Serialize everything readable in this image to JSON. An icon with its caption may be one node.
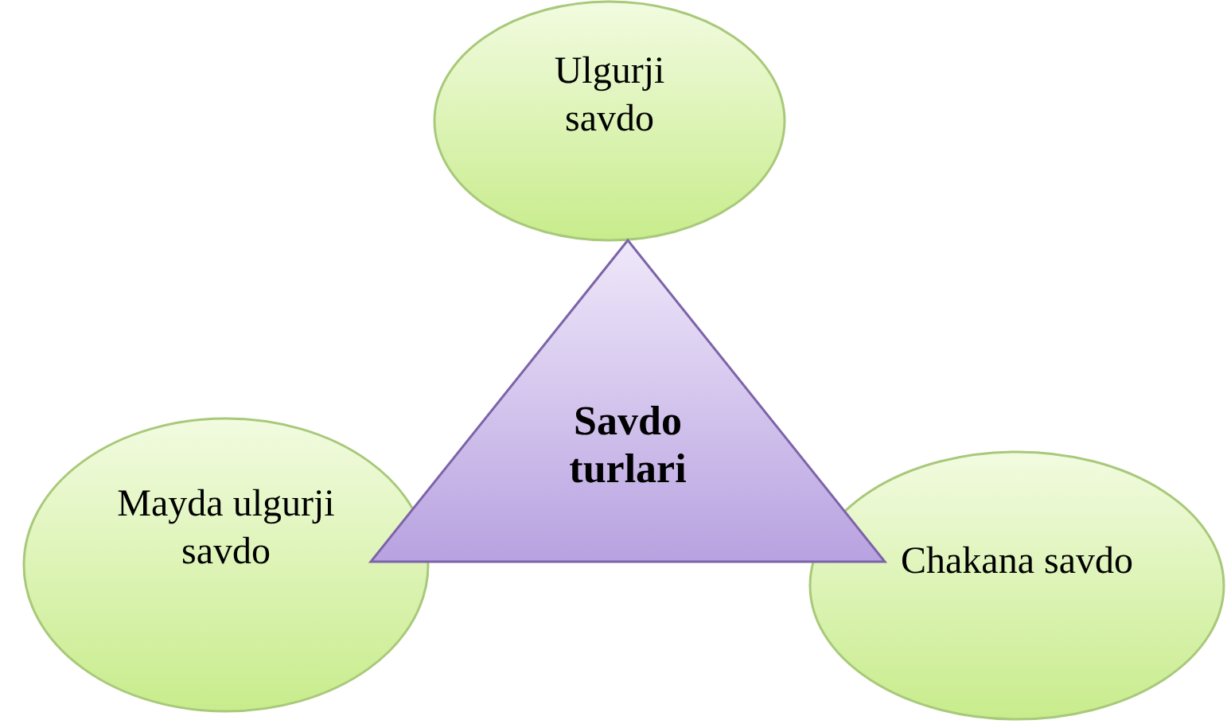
{
  "diagram": {
    "nodes": [
      {
        "text": [
          "Ulgurji savdo"
        ]
      },
      {
        "text": [
          "Savdo turlari"
        ]
      },
      {
        "text": [
          "Mayda ulgurji savdo"
        ]
      },
      {
        "text": [
          "Chakana savdo"
        ]
      }
    ]
  }
}
